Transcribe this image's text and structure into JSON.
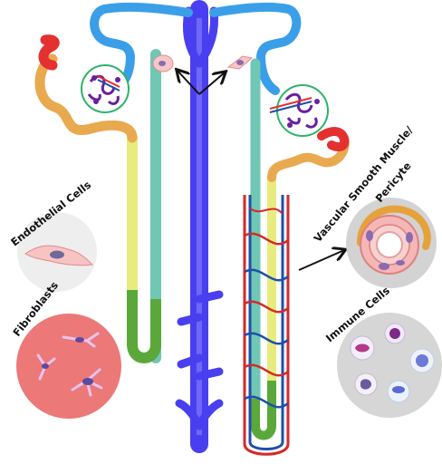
{
  "labels": {
    "endothelial": "Endothelial Cells",
    "fibroblasts": "Fibroblasts",
    "vsmc_line1": "Vascular Smooth Muscle/",
    "vsmc_line2": "Pericyte",
    "immune": "Immune Cells"
  },
  "colors": {
    "collecting_duct": "#4a3ff0",
    "collecting_duct_light": "#8a82ff",
    "distal_tubule": "#3a9fe8",
    "proximal_tubule": "#e9a94f",
    "descending_limb": "#e8ec7e",
    "thick_ascending": "#6fc7b4",
    "loop_bottom": "#5aa83a",
    "afferent": "#e53030",
    "artery": "#d42a2a",
    "vein": "#1f4fa8",
    "glomerulus_border": "#2db36b",
    "podocyte": "#6a1f9e",
    "endo_bubble": "#eeeeee",
    "fibro_bubble": "#ec7878",
    "vsmc_bubble": "#d3d3d3",
    "immune_bubble": "#d6d6d6",
    "arrow": "#111111"
  },
  "icons": [
    "arrow-icon",
    "glomerulus-icon",
    "cell-icon"
  ]
}
